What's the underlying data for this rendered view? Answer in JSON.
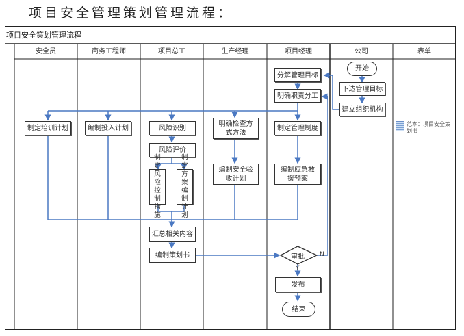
{
  "document": {
    "heading": "项目安全管理策划管理流程："
  },
  "flowchart": {
    "title": "项目安全策划管理流程",
    "lanes": [
      {
        "id": "safety_officer",
        "label": "安全员"
      },
      {
        "id": "business_engineer",
        "label": "商务工程师"
      },
      {
        "id": "chief_engineer",
        "label": "项目总工"
      },
      {
        "id": "production_manager",
        "label": "生产经理"
      },
      {
        "id": "project_manager",
        "label": "项目经理"
      },
      {
        "id": "company",
        "label": "公司"
      },
      {
        "id": "forms",
        "label": "表单"
      }
    ],
    "nodes": {
      "start": "开始",
      "issue_targets": "下达管理目标",
      "build_org": "建立组织机构",
      "decompose_targets": "分解管理目标",
      "clarify_duties": "明确职责分工",
      "training_plan": "制定培训计划",
      "investment_plan": "编制投入计划",
      "risk_identify": "风险识别",
      "risk_evaluate": "风险评价",
      "risk_control": "制定风险控制措施",
      "scheme_plan": "制定方案编制计划",
      "inspection_method": "明确检查方式方法",
      "acceptance_plan": "编制安全验收计划",
      "mgmt_system": "制定管理制度",
      "emergency_plan": "编制应急救援预案",
      "summarize": "汇总相关内容",
      "compile_plan": "编制策划书",
      "approve": "审批",
      "publish": "发布",
      "end": "结束"
    },
    "edge_labels": {
      "yes": "Y",
      "no": "N"
    },
    "forms": [
      {
        "icon": "spreadsheet-icon",
        "label": "范本：项目安全策划书"
      }
    ],
    "colors": {
      "connector": "#4a78c2",
      "border": "#222222"
    }
  }
}
